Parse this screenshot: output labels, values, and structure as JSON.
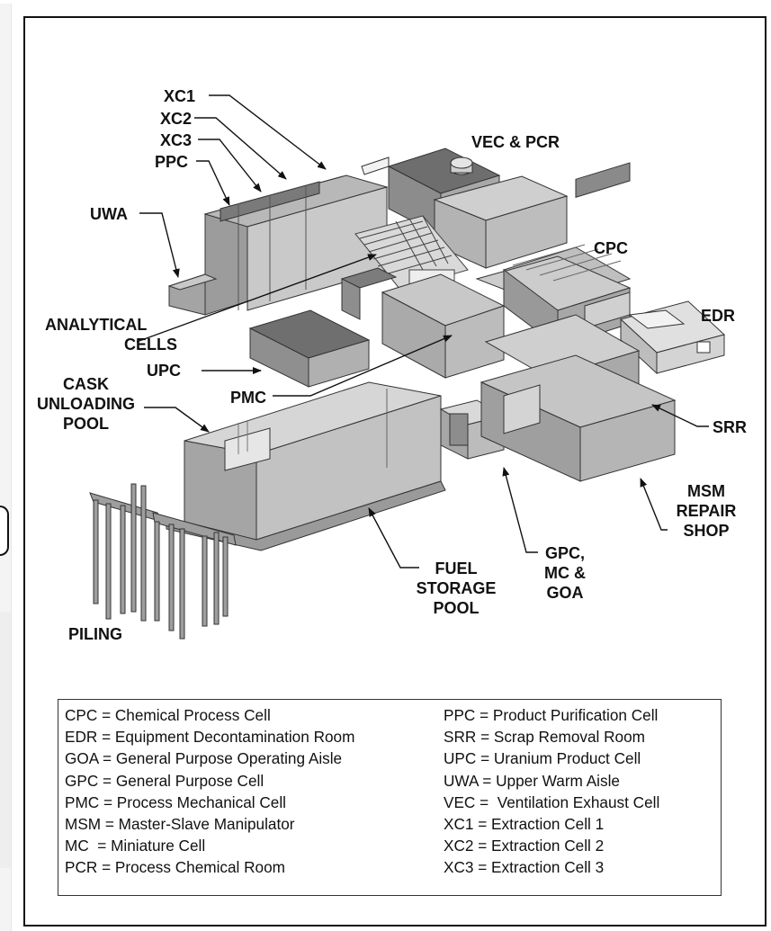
{
  "labels": {
    "xc1": "XC1",
    "xc2": "XC2",
    "xc3": "XC3",
    "ppc": "PPC",
    "vec_pcr": "VEC & PCR",
    "uwa": "UWA",
    "cpc": "CPC",
    "analytical_cells": [
      "ANALYTICAL",
      "CELLS"
    ],
    "edr": "EDR",
    "upc": "UPC",
    "cask_unloading_pool": [
      "CASK",
      "UNLOADING",
      "POOL"
    ],
    "pmc": "PMC",
    "srr": "SRR",
    "msm_repair_shop": [
      "MSM",
      "REPAIR",
      "SHOP"
    ],
    "gpc_mc_goa": [
      "GPC,",
      "MC &",
      "GOA"
    ],
    "fuel_storage_pool": [
      "FUEL",
      "STORAGE",
      "POOL"
    ],
    "piling": "PILING"
  },
  "legend": {
    "left": [
      "CPC = Chemical Process Cell",
      "EDR = Equipment Decontamination Room",
      "GOA = General Purpose Operating Aisle",
      "GPC = General Purpose Cell",
      "PMC = Process Mechanical Cell",
      "MSM = Master-Slave Manipulator",
      "MC  = Miniature Cell",
      "PCR = Process Chemical Room"
    ],
    "right": [
      "PPC = Product Purification Cell",
      "SRR = Scrap Removal Room",
      "UPC = Uranium Product Cell",
      "UWA = Upper Warm Aisle",
      "VEC =  Ventilation Exhaust Cell",
      "XC1 = Extraction Cell 1",
      "XC2 = Extraction Cell 2",
      "XC3 = Extraction Cell 3"
    ]
  }
}
